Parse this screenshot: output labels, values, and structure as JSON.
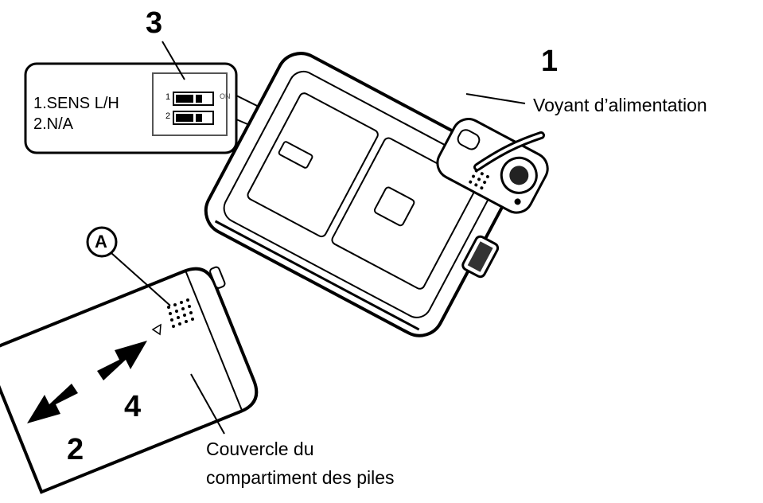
{
  "numbers": {
    "n1": "1",
    "n2": "2",
    "n3": "3",
    "n4": "4"
  },
  "marker_a": "A",
  "labels": {
    "power_led": "Voyant d’alimentation",
    "battery_cover_line1": "Couvercle du",
    "battery_cover_line2": "compartiment des piles"
  },
  "dip_callout": {
    "item1": "1.SENS L/H",
    "item2": "2.N/A",
    "switch1": "1",
    "switch2": "2"
  }
}
